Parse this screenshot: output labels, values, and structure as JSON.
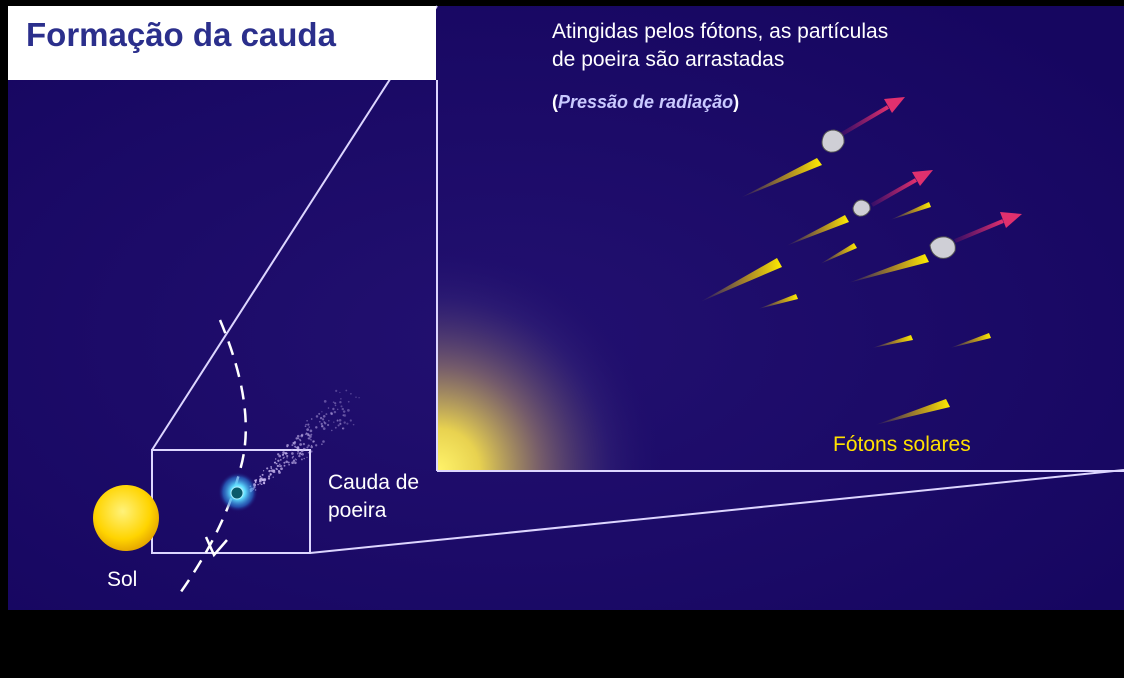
{
  "title": "Formação da cauda",
  "caption": {
    "line1": "Atingidas pelos fótons, as partículas",
    "line2": "de poeira são arrastadas",
    "paren_open": "(",
    "emphasis": "Pressão de radiação",
    "paren_close": ")"
  },
  "labels": {
    "photons": "Fótons solares",
    "tail_line1": "Cauda de",
    "tail_line2": "poeira",
    "sun": "Sol"
  },
  "colors": {
    "background": "#1a0a6a",
    "title_text": "#2b2f8c",
    "sun": "#ffd400",
    "photon": "#ffe600",
    "force_arrow": "#d62a6a",
    "photon_label": "#ffe000",
    "comet": "#38c8ff"
  }
}
